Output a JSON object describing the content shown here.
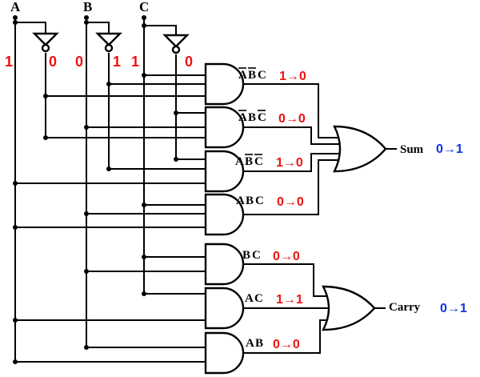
{
  "colors": {
    "wire": "#000000",
    "red": "#ee1111",
    "blue": "#1133dd"
  },
  "inputs": [
    {
      "name": "A",
      "value": "1",
      "not_value": "0"
    },
    {
      "name": "B",
      "value": "0",
      "not_value": "1"
    },
    {
      "name": "C",
      "value": "1",
      "not_value": "0"
    }
  ],
  "terms": [
    {
      "letters": [
        "A",
        "B",
        "C"
      ],
      "bars": [
        true,
        true,
        false
      ],
      "transition": "1→0"
    },
    {
      "letters": [
        "A",
        "B",
        "C"
      ],
      "bars": [
        true,
        false,
        true
      ],
      "transition": "0→0"
    },
    {
      "letters": [
        "A",
        "B",
        "C"
      ],
      "bars": [
        false,
        true,
        true
      ],
      "transition": "1→0"
    },
    {
      "letters": [
        "A",
        "B",
        "C"
      ],
      "bars": [
        false,
        false,
        false
      ],
      "transition": "0→0"
    },
    {
      "letters": [
        "B",
        "C"
      ],
      "bars": [
        false,
        false
      ],
      "transition": "0→0"
    },
    {
      "letters": [
        "A",
        "C"
      ],
      "bars": [
        false,
        false
      ],
      "transition": "1→1"
    },
    {
      "letters": [
        "A",
        "B"
      ],
      "bars": [
        false,
        false
      ],
      "transition": "0→0"
    }
  ],
  "outputs": {
    "sum": {
      "label": "Sum",
      "transition": "0→1"
    },
    "carry": {
      "label": "Carry",
      "transition": "0→1"
    }
  }
}
